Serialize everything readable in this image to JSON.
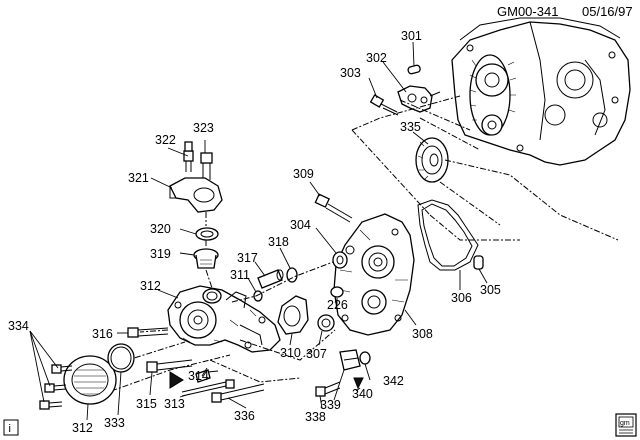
{
  "header": {
    "doc_id": "GM00-341",
    "date": "05/16/97"
  },
  "corner_icons": {
    "left_glyph": "i",
    "right_glyph": "gm"
  },
  "labels": [
    {
      "key": "301",
      "text": "301"
    },
    {
      "key": "302",
      "text": "302"
    },
    {
      "key": "303",
      "text": "303"
    },
    {
      "key": "335",
      "text": "335"
    },
    {
      "key": "322",
      "text": "322"
    },
    {
      "key": "323",
      "text": "323"
    },
    {
      "key": "321",
      "text": "321"
    },
    {
      "key": "309",
      "text": "309"
    },
    {
      "key": "304",
      "text": "304"
    },
    {
      "key": "320",
      "text": "320"
    },
    {
      "key": "318",
      "text": "318"
    },
    {
      "key": "319",
      "text": "319"
    },
    {
      "key": "317",
      "text": "317"
    },
    {
      "key": "311",
      "text": "311"
    },
    {
      "key": "312a",
      "text": "312"
    },
    {
      "key": "226",
      "text": "226"
    },
    {
      "key": "305",
      "text": "305"
    },
    {
      "key": "306",
      "text": "306"
    },
    {
      "key": "334",
      "text": "334"
    },
    {
      "key": "316",
      "text": "316"
    },
    {
      "key": "310",
      "text": "310"
    },
    {
      "key": "308",
      "text": "308"
    },
    {
      "key": "307",
      "text": "307"
    },
    {
      "key": "314",
      "text": "314"
    },
    {
      "key": "342",
      "text": "342"
    },
    {
      "key": "315",
      "text": "315"
    },
    {
      "key": "313",
      "text": "313"
    },
    {
      "key": "336",
      "text": "336"
    },
    {
      "key": "338",
      "text": "338"
    },
    {
      "key": "339",
      "text": "339"
    },
    {
      "key": "340",
      "text": "340"
    },
    {
      "key": "312b",
      "text": "312"
    },
    {
      "key": "333",
      "text": "333"
    }
  ]
}
